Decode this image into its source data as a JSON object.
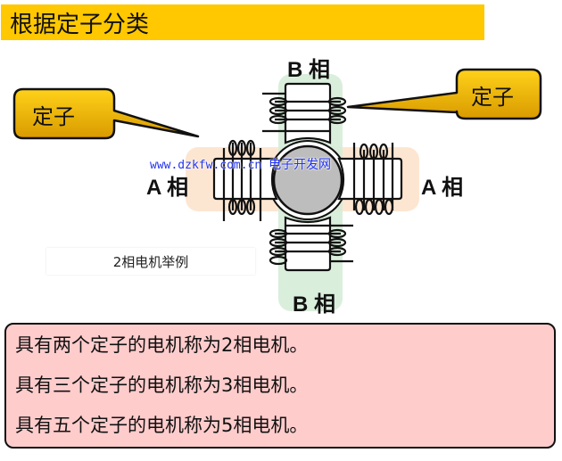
{
  "title": "根据定子分类",
  "diagram": {
    "callout_left": "定子",
    "callout_right": "定子",
    "phase_b_top": "B 相",
    "phase_b_bottom": "B 相",
    "phase_a_left": "A 相",
    "phase_a_right": "A 相",
    "caption": "2相电机举例",
    "colors": {
      "a_phase_bg": "#fde3cc",
      "b_phase_bg": "#d6ecd8",
      "rotor": "#bdbdbd",
      "callout": "#f2b705"
    }
  },
  "watermark": {
    "url": "www.dzkfw.com.cn",
    "site": "电子开发网"
  },
  "info": {
    "lines": [
      "具有两个定子的电机称为2相电机。",
      "具有三个定子的电机称为3相电机。",
      "具有五个定子的电机称为5相电机。"
    ],
    "background": "#ffcccc"
  }
}
